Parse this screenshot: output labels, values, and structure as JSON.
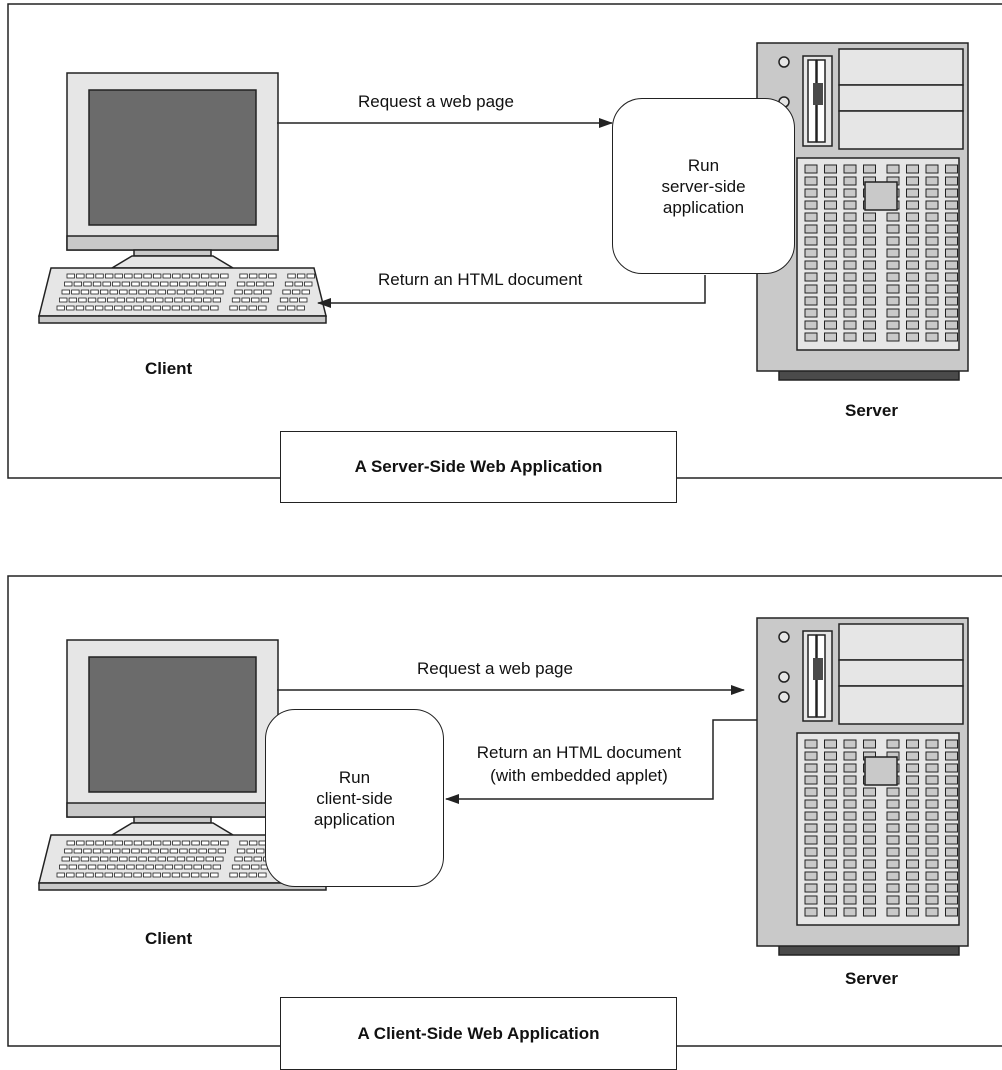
{
  "panels": [
    {
      "title": "A Server-Side Web Application",
      "request_label": "Request a web page",
      "response_label": "Return an HTML document",
      "process": {
        "line1": "Run",
        "line2": "server-side",
        "line3": "application"
      },
      "client_label": "Client",
      "server_label": "Server"
    },
    {
      "title": "A Client-Side Web Application",
      "request_label": "Request a web page",
      "response_label_line1": "Return an HTML document",
      "response_label_line2": "(with embedded applet)",
      "process": {
        "line1": "Run",
        "line2": "client-side",
        "line3": "application"
      },
      "client_label": "Client",
      "server_label": "Server"
    }
  ],
  "colors": {
    "line": "#222222",
    "screen": "#6b6b6b",
    "device_body": "#c9c9c9",
    "device_light": "#e6e6e6",
    "device_dark": "#4a4a4a"
  },
  "icons": [
    "computer-monitor-icon",
    "keyboard-icon",
    "server-tower-icon",
    "arrow-icon"
  ]
}
